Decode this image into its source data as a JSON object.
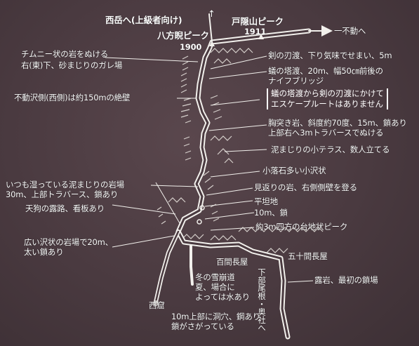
{
  "peaks": {
    "nishidake": "西岳へ(上級者向け)",
    "togakushi": "戸隠山ピーク",
    "togakushi_elev": "1911",
    "happo": "八方睨ピーク",
    "happo_elev": "1900",
    "fudo": "一不動へ"
  },
  "notes": {
    "chimney": [
      "チムニー状の岩をぬける",
      "右(東)下、砂まじりのガレ場"
    ],
    "fudosawa": "不動沢側(西側)は約150mの絶壁",
    "ken": "剣の刃渡、下り気味でせまい、5m",
    "ari": "蟻の塔渡、20m、幅50㎝前後の",
    "ari2": "ナイフブリッジ",
    "escape": [
      "蟻の塔渡から剣の刃渡にかけて",
      "エスケープルートはありません"
    ],
    "munetsuki": [
      "胸突き岩、斜度約70度、15m、鎖あり",
      "上部右へ3mトラバースでぬける"
    ],
    "doromajiri": "泥まじりの小テラス、数人立てる",
    "korakuseki": "小落石多い小沢状",
    "itsumo": [
      "いつも湿っている泥まじりの岩場",
      "30m、上部トラバース、鎖あり"
    ],
    "mikaeri": "見返りの岩、右側側壁を登る",
    "heichi": "平坦地",
    "tengu": "天狗の露路、看板あり",
    "ten_m": "10m、鎖",
    "daichi": "約3m四方の台地状ピーク",
    "hiroi": [
      "広い沢状の岩場で20m、",
      "太い鎖あり"
    ],
    "hyakken": "百間長屋",
    "gojikken": "五十間長屋",
    "fuyu": [
      "冬の雪崩道",
      "夏、場合に",
      "よっては水あり"
    ],
    "shimo": "下部尾根・奥社へ",
    "rogan": "露岩、最初の鎖場",
    "nishikubo": "西窟",
    "nishikubo2": [
      "10m上部に洞穴、鋼あり",
      "鎖がさがっている"
    ]
  },
  "colors": {
    "background": "#4a3a40",
    "trail": "#f2f0ec",
    "text": "#ffffff"
  }
}
